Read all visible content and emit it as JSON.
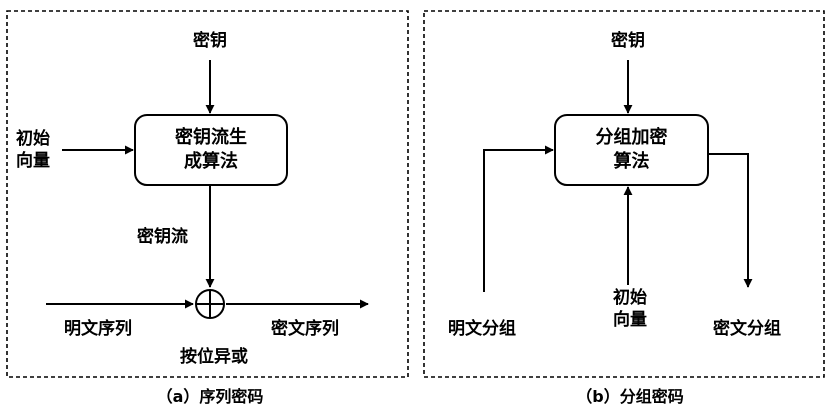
{
  "panel_a": {
    "key": "密钥",
    "iv_line1": "初始",
    "iv_line2": "向量",
    "box_line1": "密钥流生",
    "box_line2": "成算法",
    "keystream": "密钥流",
    "plaintext": "明文序列",
    "ciphertext": "密文序列",
    "xor": "按位异或",
    "caption": "（a）序列密码"
  },
  "panel_b": {
    "key": "密钥",
    "box_line1": "分组加密",
    "box_line2": "算法",
    "plaintext": "明文分组",
    "iv_line1": "初始",
    "iv_line2": "向量",
    "ciphertext": "密文分组",
    "caption": "（b）分组密码"
  }
}
